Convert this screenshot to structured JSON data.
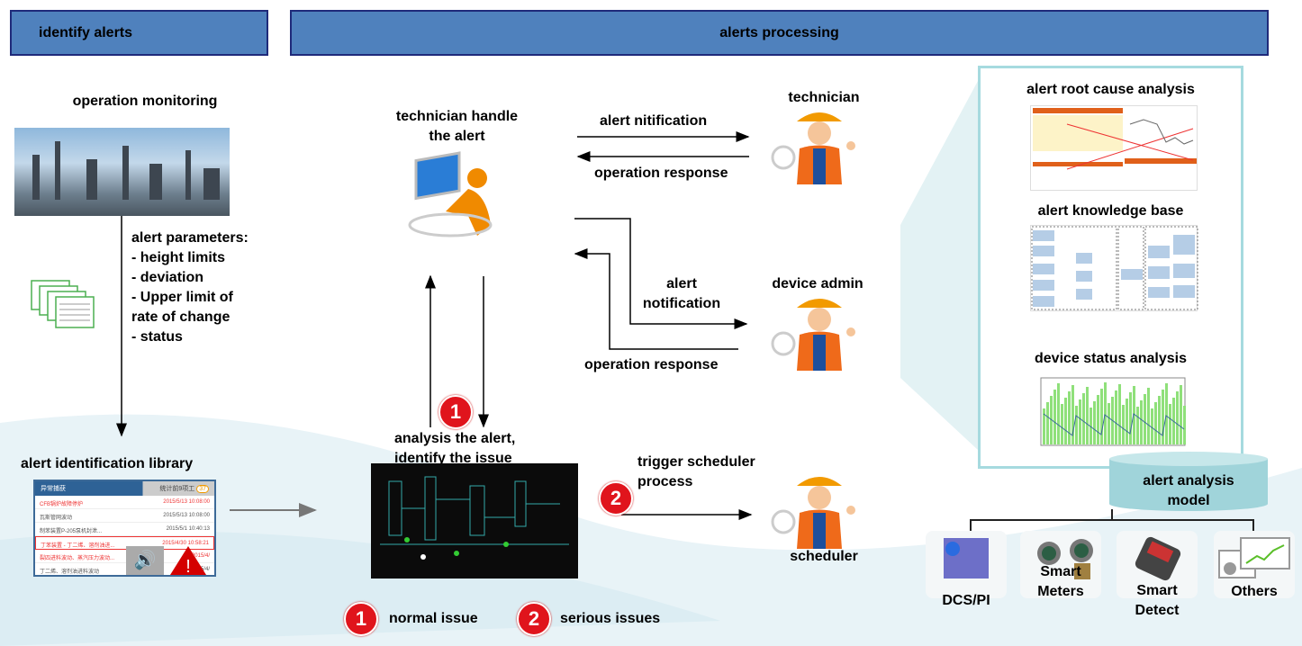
{
  "headers": {
    "identify": "identify alerts",
    "processing": "alerts processing"
  },
  "left": {
    "monitoring_title": "operation monitoring",
    "params": [
      "alert parameters:",
      "- height limits",
      "- deviation",
      "- Upper limit of",
      "rate of change",
      "- status"
    ],
    "library_title": "alert identification library",
    "library": {
      "header": "异常捕获",
      "header_right": "统计前9项工",
      "count": "37",
      "rows": [
        {
          "text": "CFB锅炉故障停炉",
          "time": "2015/5/13 10:08:00",
          "red": true
        },
        {
          "text": "瓦斯管网波动",
          "time": "2015/5/13 10:08:00",
          "red": false
        },
        {
          "text": "制苯装置P-205泵机封泄...",
          "time": "2015/5/1 10:40:13",
          "red": false
        },
        {
          "text": "丁苯装置 - 丁二烯、溶剂油进...",
          "time": "2015/4/30 10:58:21",
          "red": true
        },
        {
          "text": "裂四进料波动、蒸汽压力波动...",
          "time": "2015/4/",
          "red": true
        },
        {
          "text": "丁二烯、溶剂油进料波动",
          "time": "2015/4/",
          "red": false
        }
      ]
    }
  },
  "middle": {
    "technician_handle": [
      "technician handle",
      "the alert"
    ],
    "analysis": [
      "analysis the alert,",
      "identify the issue"
    ],
    "alert_nitification": "alert nitification",
    "operation_response_1": "operation response",
    "alert_notification": [
      "alert",
      "notification"
    ],
    "operation_response_2": "operation response",
    "trigger": [
      "trigger scheduler",
      "process"
    ],
    "technician": "technician",
    "device_admin": "device admin",
    "scheduler": "scheduler",
    "badge1": "1",
    "badge2": "2"
  },
  "legend": {
    "one_num": "1",
    "one": "normal issue",
    "two_num": "2",
    "two": "serious issues"
  },
  "right": {
    "root_cause": "alert root cause analysis",
    "knowledge": "alert knowledge base",
    "device_status": "device status analysis",
    "model": [
      "alert analysis",
      "model"
    ],
    "sources": [
      "DCS/PI",
      "Smart Meters",
      "Smart Detect",
      "Others"
    ]
  },
  "colors": {
    "header": "#4f81bd",
    "header_border": "#1f2a7a",
    "badge": "#e0141c",
    "panel_border": "#a6dadf",
    "cylinder": "#a0d4da"
  }
}
